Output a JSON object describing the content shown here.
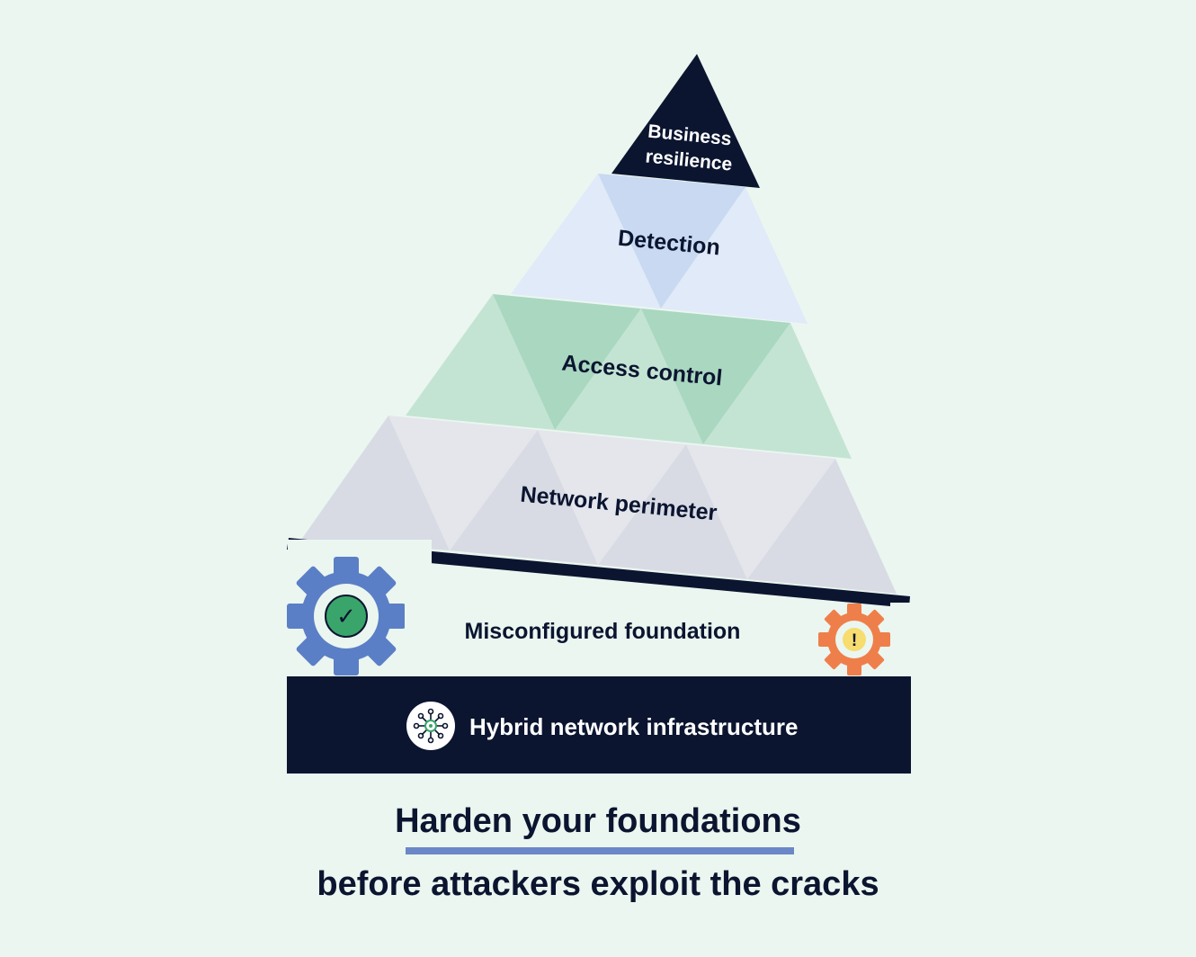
{
  "pyramid": {
    "tiers": [
      {
        "label_line1": "Business",
        "label_line2": "resilience"
      },
      {
        "label": "Detection"
      },
      {
        "label": "Access control"
      },
      {
        "label": "Network perimeter"
      }
    ]
  },
  "foundation": {
    "label": "Misconfigured foundation",
    "left_icon": "gear-check-icon",
    "right_icon": "gear-warning-icon",
    "left_badge": "✓",
    "right_badge": "!"
  },
  "infrastructure": {
    "label": "Hybrid network infrastructure",
    "icon": "network-hub-icon"
  },
  "headline": {
    "line1": "Harden your foundations",
    "line2": "before attackers exploit the cracks"
  },
  "colors": {
    "background": "#ebf6f0",
    "navy": "#0b1530",
    "detection": "#dce8f7",
    "access": "#c3e4d3",
    "perimeter": "#dcdfe6",
    "gear_blue": "#5b7fc6",
    "gear_orange": "#ef7f4a",
    "check_green": "#3aa56b",
    "warn_yellow": "#f7dc6f"
  }
}
